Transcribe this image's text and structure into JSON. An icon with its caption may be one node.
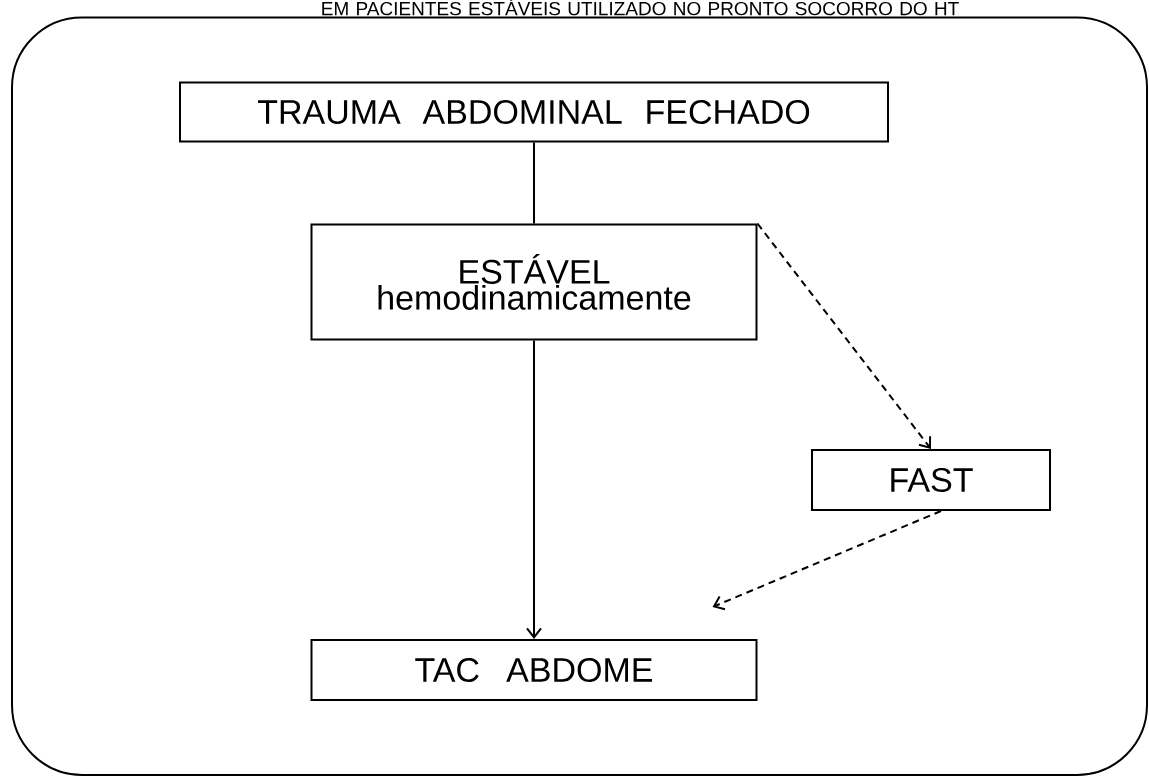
{
  "diagram": {
    "nodes": [
      {
        "text": [],
        "shape": "box"
      },
      {
        "text": [
          "TRAUMA ABDOMINAL FECHADO"
        ],
        "in": 0
      },
      {
        "text": [
          "ESTÁVEL hemodinamicamente"
        ],
        "in": 0
      },
      {
        "text": [
          "FAST"
        ],
        "in": 0
      },
      {
        "text": [
          "TAC ABDOME"
        ],
        "in": 0
      }
    ],
    "edges": [
      {
        "from": 1,
        "to": 2,
        "arrow": "none"
      },
      {
        "from": 2,
        "to": 4,
        "arrow": "to"
      },
      {
        "from": 2,
        "to": 3,
        "arrow": "to",
        "style": "dashed"
      },
      {
        "from": 3,
        "to": 4,
        "arrow": "to",
        "style": "dashed"
      }
    ],
    "labels": [
      "EM PACIENTES ESTÁVEIS UTILIZADO NO PRONTO SOCORRO DO HT"
    ]
  }
}
